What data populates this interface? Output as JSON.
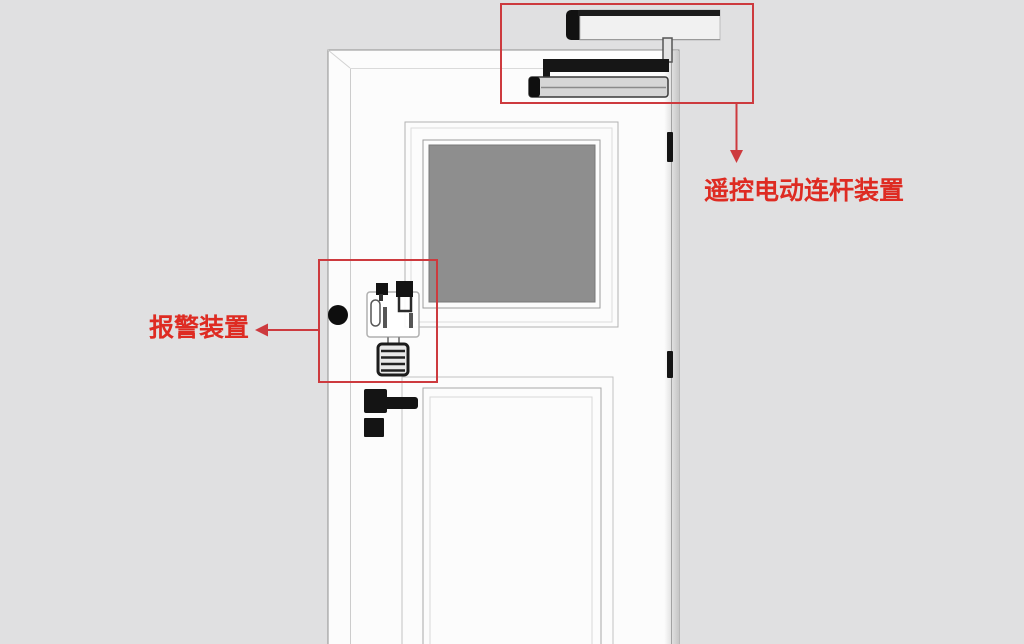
{
  "diagram": {
    "labels": {
      "closer": "遥控电动连杆装置",
      "alarm": "报警装置"
    },
    "colors": {
      "background": "#e0e0e1",
      "annotation_red": "#cd3a3e",
      "label_red": "#de2b22",
      "door_white": "#fcfcfc",
      "glass_gray": "#8e8e8e",
      "hardware_black": "#141414"
    },
    "parts": [
      "door",
      "door-window-glass",
      "door-lower-panel",
      "hinge-top",
      "hinge-bottom",
      "door-handle",
      "keyhole-plate",
      "peephole",
      "door-closer-device",
      "alarm-device",
      "alarm-buzzer"
    ],
    "annotations": [
      {
        "target": "door-closer-device",
        "style": "red-box-with-down-arrow"
      },
      {
        "target": "alarm-device",
        "style": "red-box-with-left-arrow"
      }
    ]
  }
}
